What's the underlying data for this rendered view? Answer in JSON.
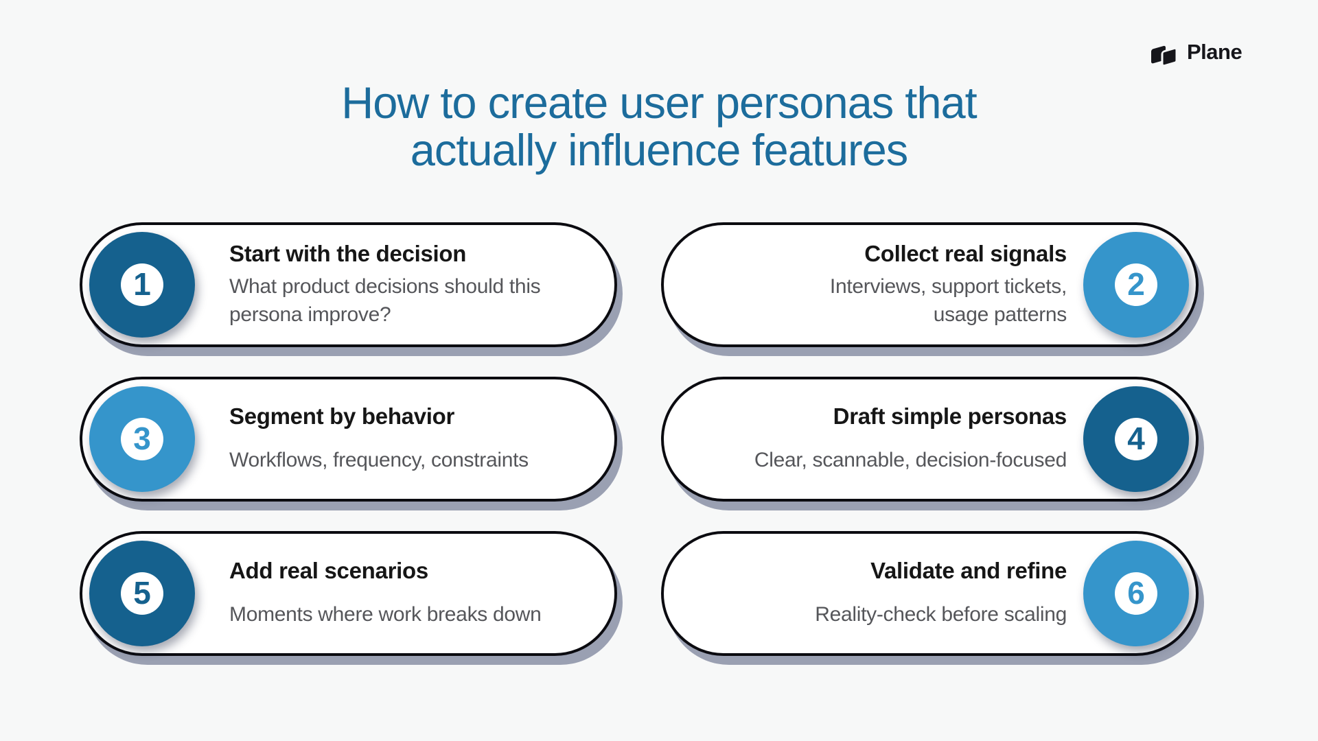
{
  "page": {
    "background_color": "#f7f8f8"
  },
  "brand": {
    "name": "Plane",
    "logo_icon": "plane-logo"
  },
  "title": {
    "line1": "How to create user personas that",
    "line2": "actually influence features",
    "color": "#1c6c9c"
  },
  "palette": {
    "dark_blue": "#15618e",
    "light_blue": "#3595cb",
    "card_border": "#0b0b10",
    "card_shadow": "#9aa0b2",
    "step_title_text": "#161616",
    "step_subtitle_text": "#55565a"
  },
  "steps": [
    {
      "number": "1",
      "variant": "dark",
      "side": "left",
      "title": "Start with the decision",
      "subtitle_lines": [
        "What product decisions should this",
        "persona improve?"
      ]
    },
    {
      "number": "2",
      "variant": "light",
      "side": "right",
      "title": "Collect real signals",
      "subtitle_lines": [
        "Interviews, support tickets,",
        "usage patterns"
      ]
    },
    {
      "number": "3",
      "variant": "light",
      "side": "left",
      "title": "Segment by behavior",
      "subtitle_lines": [
        "Workflows, frequency, constraints"
      ]
    },
    {
      "number": "4",
      "variant": "dark",
      "side": "right",
      "title": "Draft simple personas",
      "subtitle_lines": [
        "Clear, scannable, decision-focused"
      ]
    },
    {
      "number": "5",
      "variant": "dark",
      "side": "left",
      "title": "Add real scenarios",
      "subtitle_lines": [
        "Moments where work breaks down"
      ]
    },
    {
      "number": "6",
      "variant": "light",
      "side": "right",
      "title": "Validate and refine",
      "subtitle_lines": [
        "Reality-check before scaling"
      ]
    }
  ]
}
